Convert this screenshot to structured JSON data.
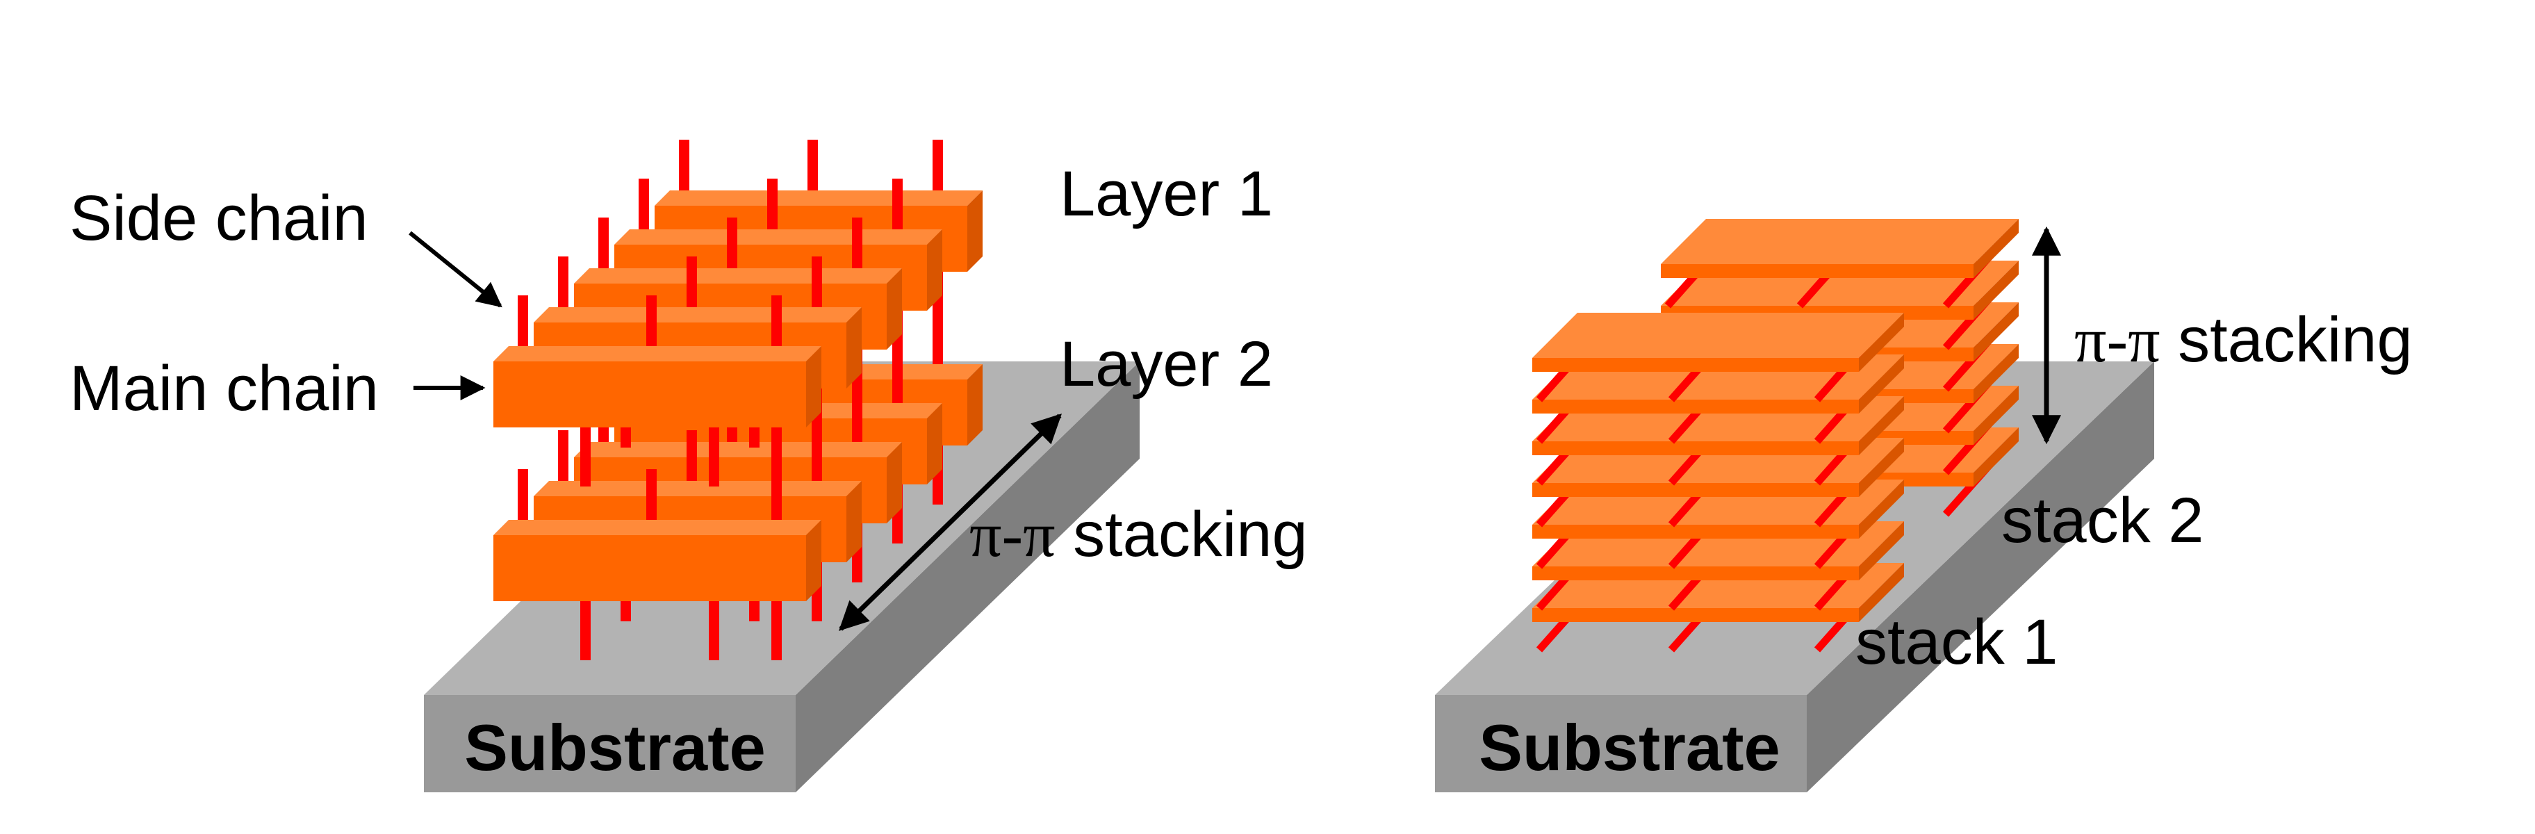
{
  "left_panel": {
    "side_chain_label": "Side chain",
    "main_chain_label": "Main chain",
    "layer1_label": "Layer 1",
    "layer2_label": "Layer 2",
    "stacking_symbol": "π-π",
    "stacking_word": " stacking",
    "substrate_label": "Substrate"
  },
  "right_panel": {
    "stacking_symbol": "π-π",
    "stacking_word": " stacking",
    "stack2_label": "stack 2",
    "stack1_label": "stack 1",
    "substrate_label": "Substrate"
  },
  "colors": {
    "backbone_front": "#ff6600",
    "backbone_top": "#ff8a3a",
    "backbone_side": "#d95500",
    "side_chain": "#ff0000",
    "substrate_top": "#b3b3b3",
    "substrate_front": "#999999",
    "substrate_side": "#7f7f7f",
    "arrow": "#000000"
  }
}
